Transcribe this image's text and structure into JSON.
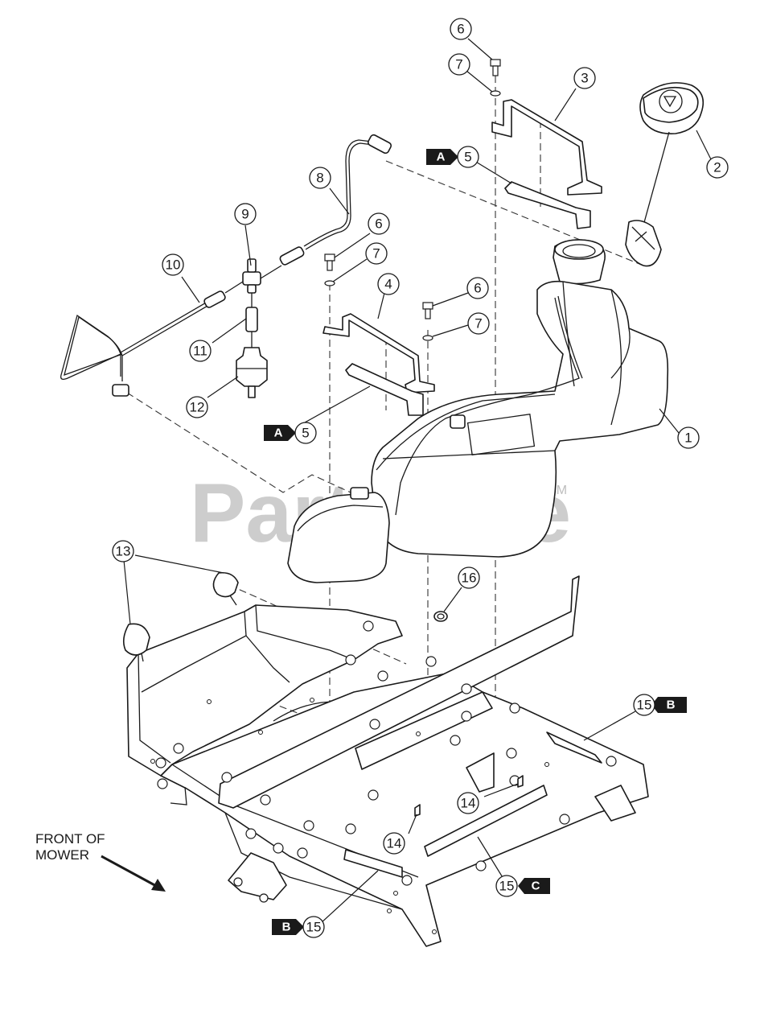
{
  "watermark": {
    "brand": "PartsTree",
    "trademark": "TM"
  },
  "front_label": {
    "line1": "FRONT OF",
    "line2": "MOWER"
  },
  "callouts": [
    {
      "id": "c1",
      "num": "1"
    },
    {
      "id": "c2",
      "num": "2"
    },
    {
      "id": "c3",
      "num": "3"
    },
    {
      "id": "c4",
      "num": "4"
    },
    {
      "id": "c5a",
      "num": "5",
      "ref": "A"
    },
    {
      "id": "c5b",
      "num": "5",
      "ref": "A"
    },
    {
      "id": "c6a",
      "num": "6"
    },
    {
      "id": "c6b",
      "num": "6"
    },
    {
      "id": "c6c",
      "num": "6"
    },
    {
      "id": "c7a",
      "num": "7"
    },
    {
      "id": "c7b",
      "num": "7"
    },
    {
      "id": "c7c",
      "num": "7"
    },
    {
      "id": "c8",
      "num": "8"
    },
    {
      "id": "c9",
      "num": "9"
    },
    {
      "id": "c10",
      "num": "10"
    },
    {
      "id": "c11",
      "num": "11"
    },
    {
      "id": "c12",
      "num": "12"
    },
    {
      "id": "c13",
      "num": "13"
    },
    {
      "id": "c14a",
      "num": "14"
    },
    {
      "id": "c14b",
      "num": "14"
    },
    {
      "id": "c15a",
      "num": "15",
      "ref": "B"
    },
    {
      "id": "c15b",
      "num": "15",
      "ref": "B"
    },
    {
      "id": "c15c",
      "num": "15",
      "ref": "C"
    },
    {
      "id": "c16",
      "num": "16"
    }
  ]
}
